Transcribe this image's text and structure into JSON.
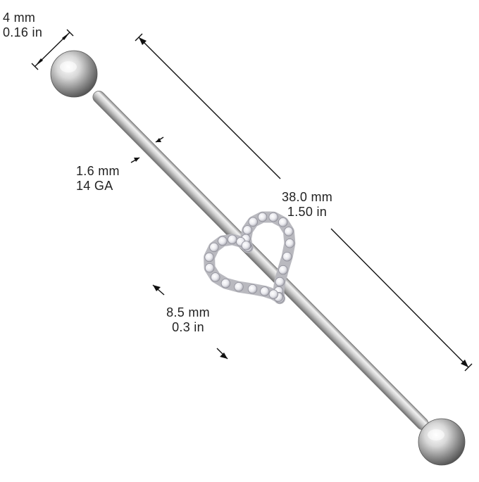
{
  "dimensions": {
    "ball": {
      "metric": "4 mm",
      "imperial": "0.16 in"
    },
    "gauge": {
      "metric": "1.6 mm",
      "imperial": "14 GA"
    },
    "length": {
      "metric": "38.0 mm",
      "imperial": "1.50 in"
    },
    "charm": {
      "metric": "8.5 mm",
      "imperial": "0.3 in"
    }
  },
  "colors": {
    "metal": "#c8c8c8",
    "line": "#111111",
    "stone": "#f4f4f6"
  }
}
